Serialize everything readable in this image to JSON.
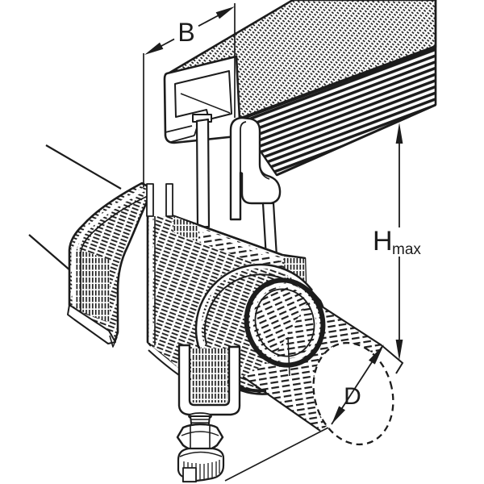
{
  "drawing": {
    "kind": "technical-illustration",
    "subject": "cable clamp hooked into profile mounting rail with cable",
    "background": "#ffffff",
    "ink": "#1c1c1c"
  },
  "dimensions": {
    "rail_width": {
      "label": "B"
    },
    "clamp_height": {
      "label": "H",
      "subscript": "max"
    },
    "cable_diameter": {
      "label": "D"
    }
  }
}
